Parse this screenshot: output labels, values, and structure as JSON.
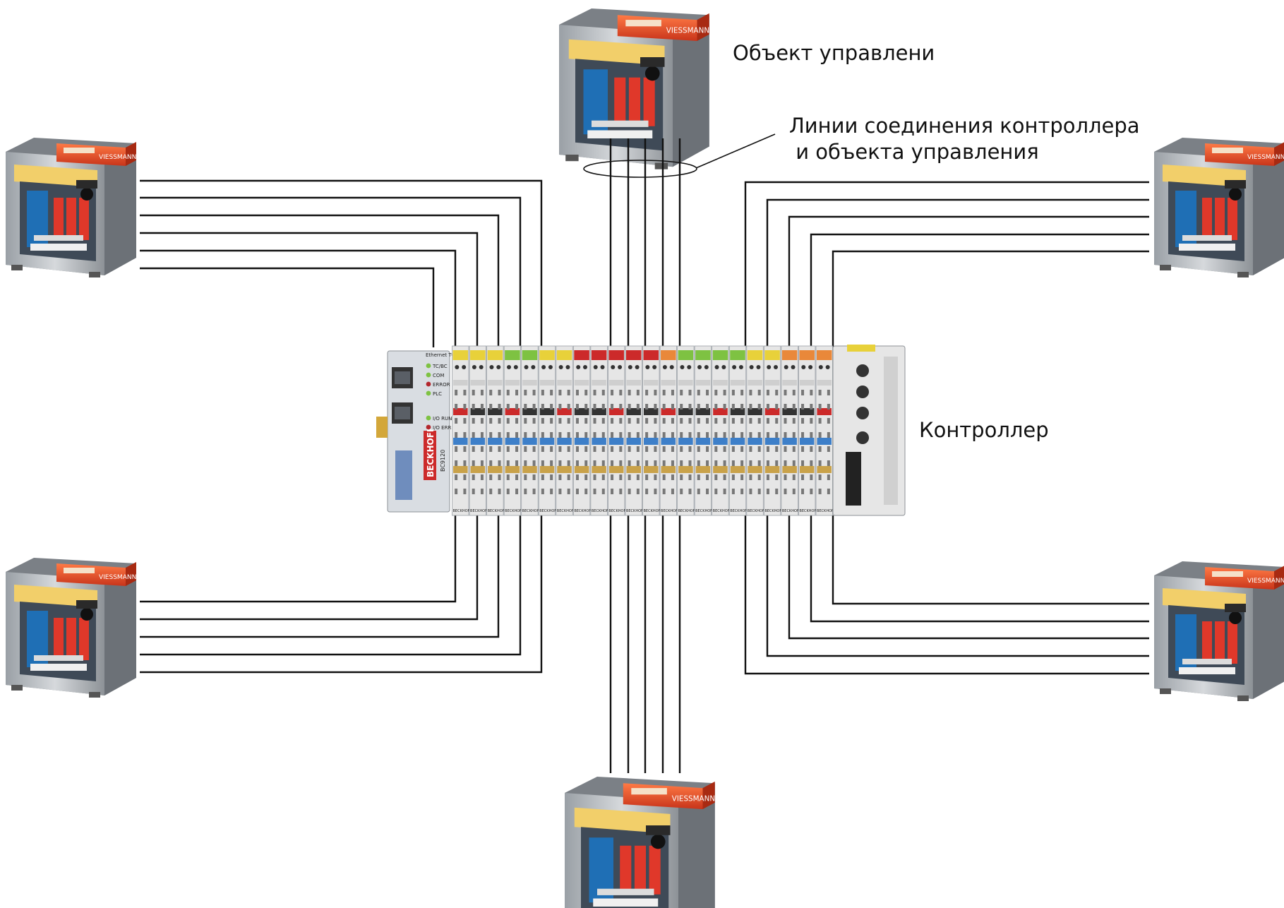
{
  "labels": {
    "object": "Объект управлени",
    "lines_1": "Линии соединения контроллера",
    "lines_2": " и объекта управления",
    "controller": "Контроллер"
  },
  "colors": {
    "wire": "#111111",
    "boiler_orange": "#e8521e",
    "boiler_grey": "#c9ccd0",
    "boiler_insulation": "#f2cf6a",
    "boiler_red": "#d8202a",
    "terminal_body": "#e6e6e6",
    "terminal_blue": "#3d7fc9",
    "terminal_red": "#cc2a2a",
    "terminal_green": "#7ec242",
    "terminal_orange": "#e9883a",
    "terminal_yellow": "#e8d13a",
    "controller_body": "#d9dde2"
  },
  "controller": {
    "brand": "BECKHOFF",
    "model": "BC9120",
    "network": "Ethernet TCP/IP",
    "leds": [
      "TC/BC",
      "COM",
      "ERROR",
      "PLC",
      "I/O RUN",
      "I/O ERR"
    ],
    "module_count": 22,
    "module_label": "BECKHOFF"
  },
  "boilers": [
    {
      "name": "boiler-top",
      "brand": "VIESSMANN"
    },
    {
      "name": "boiler-bottom",
      "brand": "VIESSMANN"
    },
    {
      "name": "boiler-left-top",
      "brand": "VIESSMANN"
    },
    {
      "name": "boiler-left-bottom",
      "brand": "VIESSMANN"
    },
    {
      "name": "boiler-right-top",
      "brand": "VIESSMANN"
    },
    {
      "name": "boiler-right-bottom",
      "brand": "VIESSMANN"
    }
  ]
}
